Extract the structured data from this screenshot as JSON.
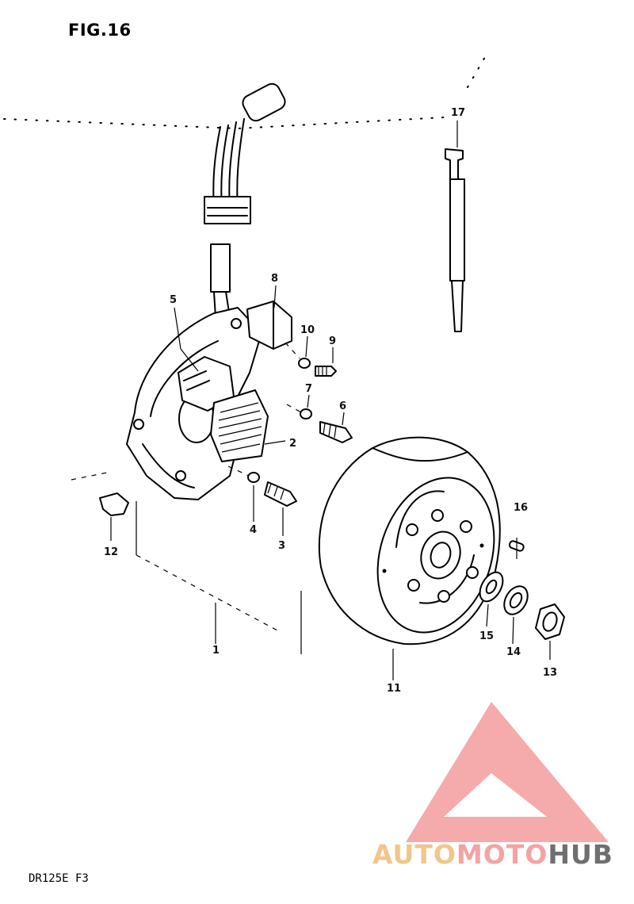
{
  "figure": {
    "title": "FIG.16",
    "footer_code": "DR125E F3"
  },
  "callouts": [
    {
      "id": "1",
      "label": "1"
    },
    {
      "id": "2",
      "label": "2"
    },
    {
      "id": "3",
      "label": "3"
    },
    {
      "id": "4",
      "label": "4"
    },
    {
      "id": "5",
      "label": "5"
    },
    {
      "id": "6",
      "label": "6"
    },
    {
      "id": "7",
      "label": "7"
    },
    {
      "id": "8",
      "label": "8"
    },
    {
      "id": "9",
      "label": "9"
    },
    {
      "id": "10",
      "label": "10"
    },
    {
      "id": "11",
      "label": "11"
    },
    {
      "id": "12",
      "label": "12"
    },
    {
      "id": "13",
      "label": "13"
    },
    {
      "id": "14",
      "label": "14"
    },
    {
      "id": "15",
      "label": "15"
    },
    {
      "id": "16",
      "label": "16"
    },
    {
      "id": "17",
      "label": "17"
    }
  ],
  "watermark": {
    "part_a": "AUTO",
    "part_b": "MOTO",
    "part_c": "HUB",
    "logo_color": "#f4a3a3",
    "text_gray": "#6f6f6f"
  }
}
